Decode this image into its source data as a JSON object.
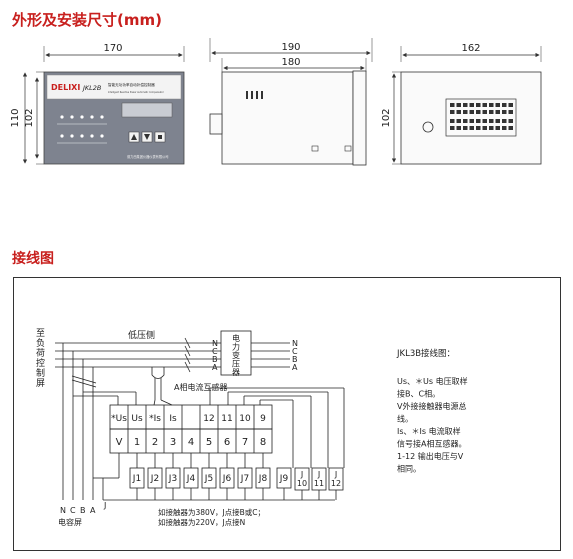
{
  "colors": {
    "heading": "#c8201e",
    "panel_face": "#7e838f",
    "display": "#c9ccd3",
    "body": "#fafafa",
    "line": "#222222"
  },
  "section1": {
    "title": "外形及安装尺寸(mm)",
    "dims": {
      "front_width": "170",
      "front_height": "110",
      "front_inner_height": "102",
      "side_outer": "190",
      "side_inner": "180",
      "back_width": "162",
      "back_height": "102"
    },
    "device": {
      "brand": "DELIXI",
      "model": "JKL2B",
      "name_cn": "智能无功功率自动补偿控制器",
      "name_en": "Intelligent Reactive Power Automatic Compensator",
      "bottom_text": "德力西集团仪器仪表有限公司"
    }
  },
  "section2": {
    "title": "接线图",
    "left_label": [
      "至",
      "负",
      "荷",
      "控",
      "制",
      "屏"
    ],
    "low_voltage": "低压侧",
    "transformer": [
      "电",
      "力",
      "变",
      "压",
      "器"
    ],
    "phases": [
      "N",
      "C",
      "B",
      "A"
    ],
    "ct_label": "A相电流互感器",
    "terminals_top": [
      "*Us",
      "Us",
      "*Is",
      "Is",
      "",
      "12",
      "11",
      "10",
      "9"
    ],
    "terminals_bottom": [
      "V",
      "1",
      "2",
      "3",
      "4",
      "5",
      "6",
      "7",
      "8"
    ],
    "contactors": [
      "J1",
      "J2",
      "J3",
      "J4",
      "J5",
      "J6",
      "J7",
      "J8",
      "J9",
      "J10",
      "J11",
      "J12"
    ],
    "bottom_phases": [
      "N",
      "C",
      "B",
      "A"
    ],
    "capacitor_screen": "电容屏",
    "j_label": "J",
    "note_380": "如接触器为380V，J点接B或C；",
    "note_220": "如接触器为220V，J点接N",
    "legend_title": "JKL3B接线图：",
    "legend_lines": [
      "Us、＊Us 电压取样",
      "接B、C相。",
      "V外接接触器电源总",
      "线。",
      "Is、＊Is 电流取样",
      "信号接A相互感器。",
      "1-12 输出电压与V",
      "相同。"
    ]
  }
}
